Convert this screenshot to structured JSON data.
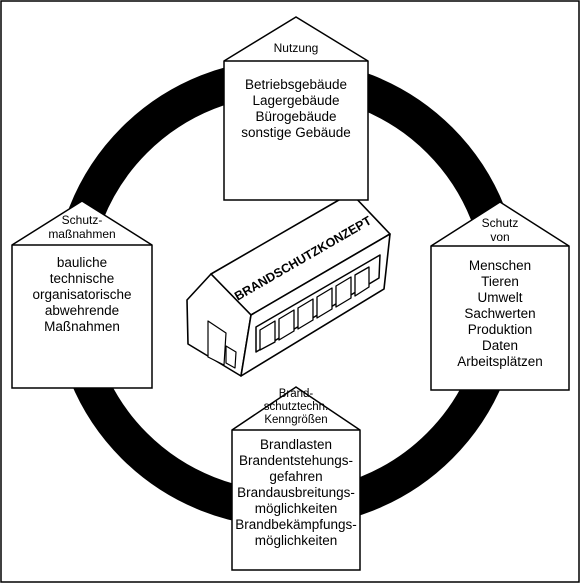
{
  "colors": {
    "ink": "#000000",
    "paper": "#ffffff"
  },
  "center": {
    "sign": "BRANDSCHUTZKONZEPT"
  },
  "houses": {
    "top": {
      "roof_lines": [
        "Nutzung"
      ],
      "body_lines": [
        "Betriebsgebäude",
        "Lagergebäude",
        "Bürogebäude",
        "sonstige Gebäude"
      ]
    },
    "left": {
      "roof_lines": [
        "Schutz-",
        "maßnahmen"
      ],
      "body_lines": [
        "bauliche",
        "technische",
        "organisatorische",
        "abwehrende",
        "Maßnahmen"
      ]
    },
    "right": {
      "roof_lines": [
        "Schutz",
        "von"
      ],
      "body_lines": [
        "Menschen",
        "Tieren",
        "Umwelt",
        "Sachwerten",
        "Produktion",
        "Daten",
        "Arbeitsplätzen"
      ]
    },
    "bottom": {
      "roof_lines": [
        "Brand-",
        "schutztechn.",
        "Kenngrößen"
      ],
      "body_lines": [
        "Brandlasten",
        "Brandentstehungs-",
        "gefahren",
        "Brandausbreitungs-",
        "möglichkeiten",
        "Brandbekämpfungs-",
        "möglichkeiten"
      ]
    }
  }
}
